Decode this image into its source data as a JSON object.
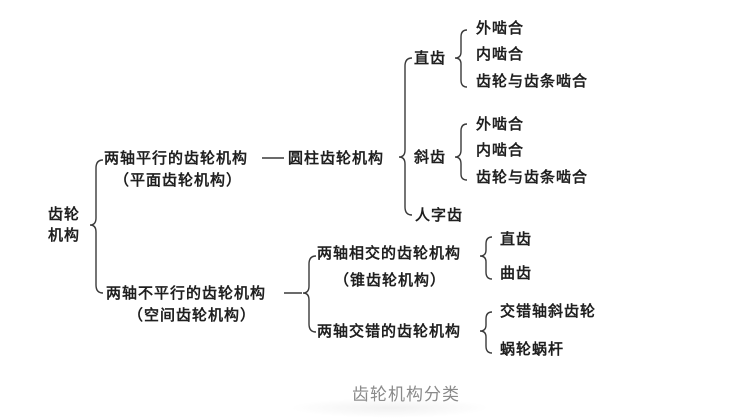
{
  "diagram": {
    "type": "classification-tree",
    "caption": "齿轮机构分类",
    "root": {
      "line1": "齿轮",
      "line2": "机构"
    },
    "parallel": {
      "label": "两轴平行的齿轮机构",
      "sublabel": "（平面齿轮机构）",
      "connector": "——",
      "child": {
        "label": "圆柱齿轮机构",
        "types": [
          {
            "label": "直齿",
            "items": [
              "外啮合",
              "内啮合",
              "齿轮与齿条啮合"
            ]
          },
          {
            "label": "斜齿",
            "items": [
              "外啮合",
              "内啮合",
              "齿轮与齿条啮合"
            ]
          },
          {
            "label": "人字齿",
            "items": []
          }
        ]
      }
    },
    "nonparallel": {
      "label": "两轴不平行的齿轮机构",
      "sublabel": "（空间齿轮机构）",
      "children": [
        {
          "label": "两轴相交的齿轮机构",
          "sublabel": "（锥齿轮机构）",
          "items": [
            "直齿",
            "曲齿"
          ]
        },
        {
          "label": "两轴交错的齿轮机构",
          "sublabel": "",
          "items": [
            "交错轴斜齿轮",
            "蜗轮蜗杆"
          ]
        }
      ]
    }
  }
}
